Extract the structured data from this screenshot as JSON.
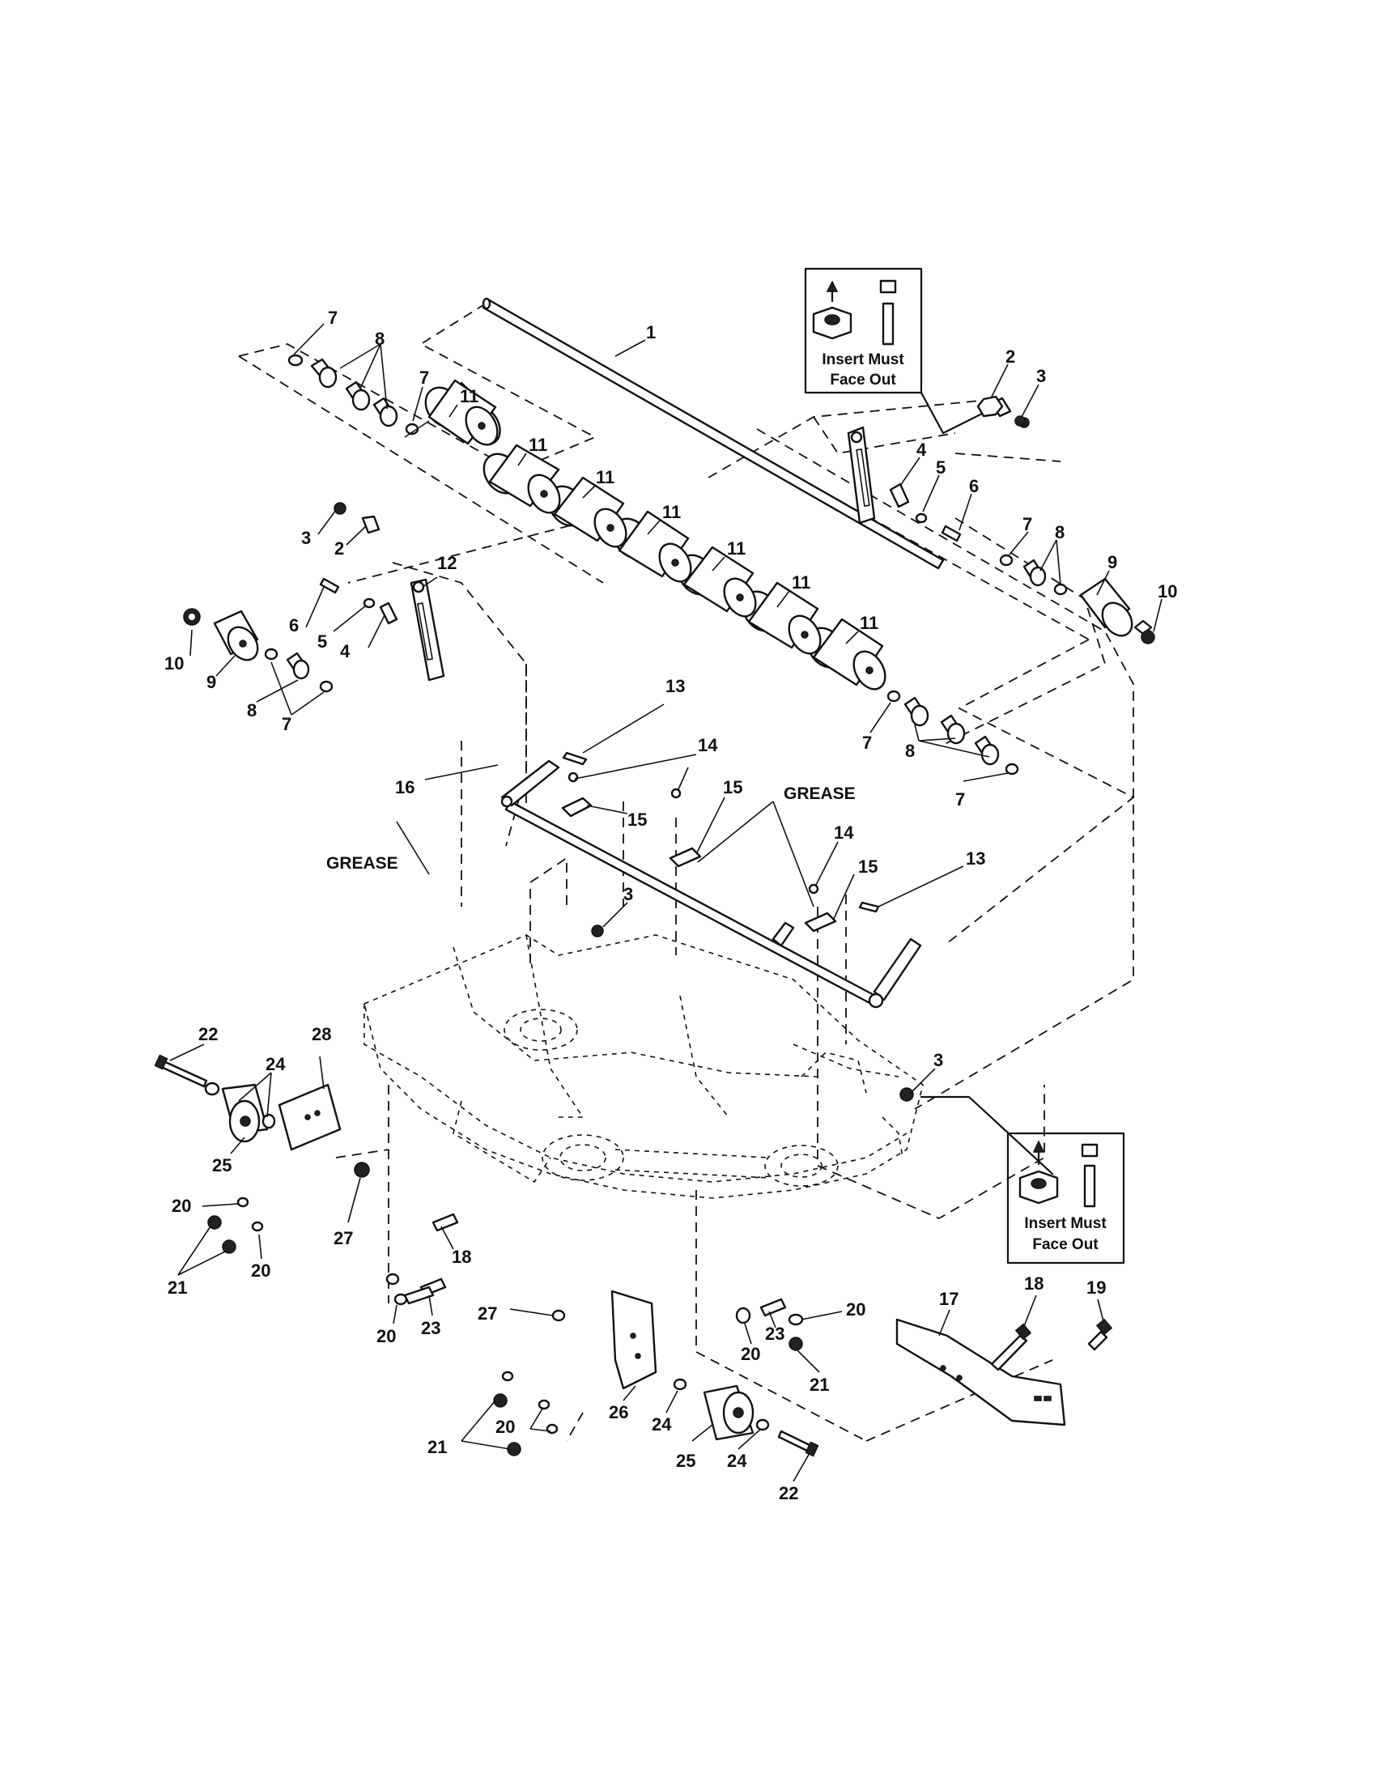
{
  "callouts": [
    {
      "id": "c1",
      "text": "1"
    },
    {
      "id": "c2a",
      "text": "2"
    },
    {
      "id": "c3a",
      "text": "3"
    },
    {
      "id": "c4a",
      "text": "4"
    },
    {
      "id": "c5a",
      "text": "5"
    },
    {
      "id": "c6a",
      "text": "6"
    },
    {
      "id": "c7a",
      "text": "7"
    },
    {
      "id": "c8a",
      "text": "8"
    },
    {
      "id": "c7b",
      "text": "7"
    },
    {
      "id": "c11a",
      "text": "11"
    },
    {
      "id": "c11b",
      "text": "11"
    },
    {
      "id": "c11c",
      "text": "11"
    },
    {
      "id": "c11d",
      "text": "11"
    },
    {
      "id": "c11e",
      "text": "11"
    },
    {
      "id": "c11f",
      "text": "11"
    },
    {
      "id": "c11g",
      "text": "11"
    },
    {
      "id": "c7c",
      "text": "7"
    },
    {
      "id": "c8b",
      "text": "8"
    },
    {
      "id": "c9a",
      "text": "9"
    },
    {
      "id": "c10a",
      "text": "10"
    },
    {
      "id": "c3b",
      "text": "3"
    },
    {
      "id": "c2b",
      "text": "2"
    },
    {
      "id": "c12",
      "text": "12"
    },
    {
      "id": "c6b",
      "text": "6"
    },
    {
      "id": "c5b",
      "text": "5"
    },
    {
      "id": "c4b",
      "text": "4"
    },
    {
      "id": "c10b",
      "text": "10"
    },
    {
      "id": "c9b",
      "text": "9"
    },
    {
      "id": "c8c",
      "text": "8"
    },
    {
      "id": "c7d",
      "text": "7"
    },
    {
      "id": "c7e",
      "text": "7"
    },
    {
      "id": "c8d",
      "text": "8"
    },
    {
      "id": "c7f",
      "text": "7"
    },
    {
      "id": "c13a",
      "text": "13"
    },
    {
      "id": "c14a",
      "text": "14"
    },
    {
      "id": "c16",
      "text": "16"
    },
    {
      "id": "c15a",
      "text": "15"
    },
    {
      "id": "c15b",
      "text": "15"
    },
    {
      "id": "c14b",
      "text": "14"
    },
    {
      "id": "c15c",
      "text": "15"
    },
    {
      "id": "c13b",
      "text": "13"
    },
    {
      "id": "c3c",
      "text": "3"
    },
    {
      "id": "c3d",
      "text": "3"
    },
    {
      "id": "c22a",
      "text": "22"
    },
    {
      "id": "c24a",
      "text": "24"
    },
    {
      "id": "c28",
      "text": "28"
    },
    {
      "id": "c25a",
      "text": "25"
    },
    {
      "id": "c20a",
      "text": "20"
    },
    {
      "id": "c27a",
      "text": "27"
    },
    {
      "id": "c21a",
      "text": "21"
    },
    {
      "id": "c20b",
      "text": "20"
    },
    {
      "id": "c18a",
      "text": "18"
    },
    {
      "id": "c20c",
      "text": "20"
    },
    {
      "id": "c23a",
      "text": "23"
    },
    {
      "id": "c27b",
      "text": "27"
    },
    {
      "id": "c26",
      "text": "26"
    },
    {
      "id": "c24b",
      "text": "24"
    },
    {
      "id": "c21b",
      "text": "21"
    },
    {
      "id": "c20d",
      "text": "20"
    },
    {
      "id": "c25b",
      "text": "25"
    },
    {
      "id": "c24c",
      "text": "24"
    },
    {
      "id": "c22b",
      "text": "22"
    },
    {
      "id": "c23b",
      "text": "23"
    },
    {
      "id": "c20e",
      "text": "20"
    },
    {
      "id": "c20f",
      "text": "20"
    },
    {
      "id": "c21c",
      "text": "21"
    },
    {
      "id": "c17",
      "text": "17"
    },
    {
      "id": "c18b",
      "text": "18"
    },
    {
      "id": "c19",
      "text": "19"
    }
  ],
  "labels": {
    "grease_left": "GREASE",
    "grease_right": "GREASE"
  },
  "insert_box_top": {
    "line1": "Insert Must",
    "line2": "Face Out"
  },
  "insert_box_bottom": {
    "line1": "Insert Must",
    "line2": "Face Out"
  }
}
